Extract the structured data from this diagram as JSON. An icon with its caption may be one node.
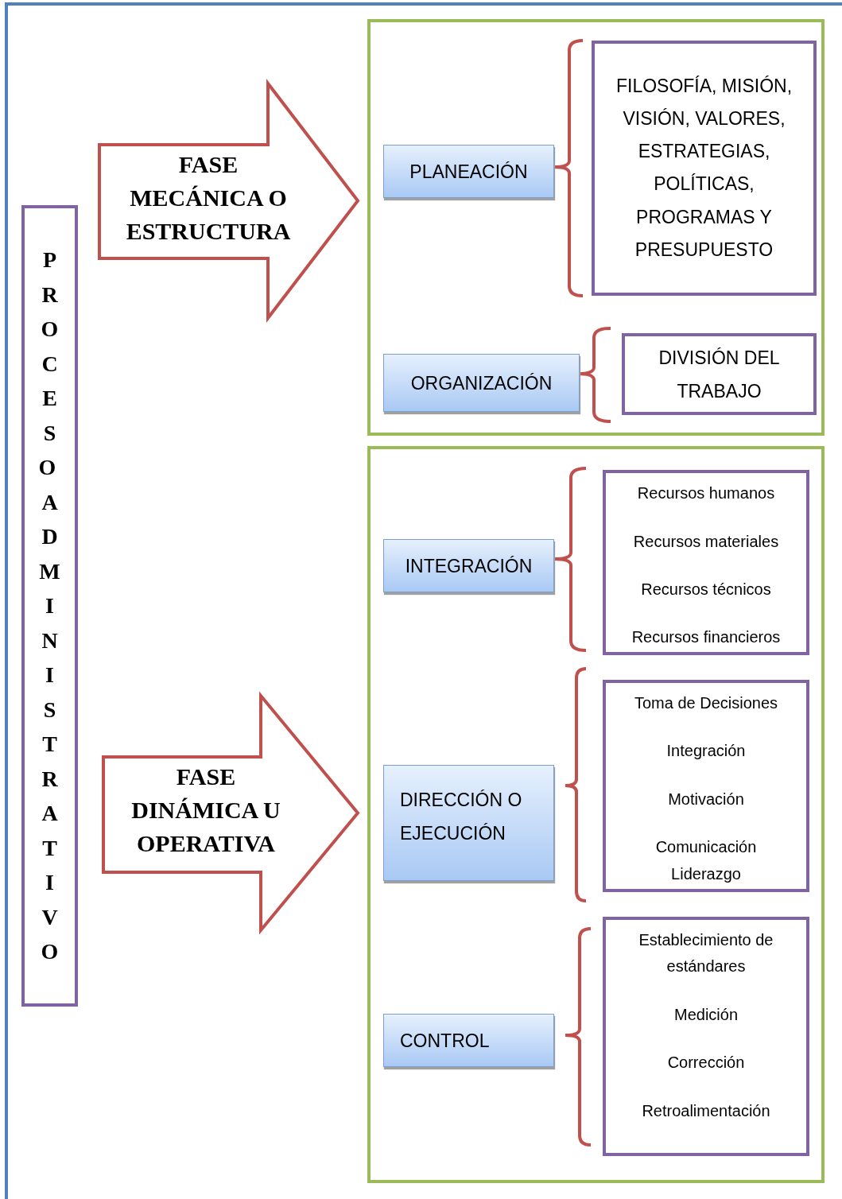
{
  "diagram": {
    "nodes": [
      {
        "text": [
          "PROCESO ADMINISTRATIVO"
        ]
      },
      {
        "text": [],
        "shape": "box"
      },
      {
        "text": [
          "PLANEACIÓN"
        ],
        "in": 1
      },
      {
        "text": [
          "FILOSOFÍA, MISIÓN, VISIÓN, VALORES, ESTRATEGIAS, POLÍTICAS, PROGRAMAS Y PRESUPUESTO"
        ],
        "in": 1
      },
      {
        "text": [
          "ORGANIZACIÓN"
        ],
        "in": 1
      },
      {
        "text": [
          "DIVISIÓN DEL TRABAJO"
        ],
        "in": 1
      },
      {
        "text": [],
        "shape": "box"
      },
      {
        "text": [
          "INTEGRACIÓN"
        ],
        "in": 6
      },
      {
        "text": [
          "Recursos humanos",
          "Recursos materiales",
          "Recursos técnicos",
          "Recursos financieros"
        ],
        "in": 6
      },
      {
        "text": [
          "DIRECCIÓN O EJECUCIÓN"
        ],
        "in": 6
      },
      {
        "text": [
          "Toma de Decisiones",
          "Integración",
          "Motivación",
          "Comunicación",
          "Liderazgo"
        ],
        "in": 6
      },
      {
        "text": [
          "CONTROL"
        ],
        "in": 6
      },
      {
        "text": [
          "Establecimiento de estándares",
          "Medición",
          "Corrección",
          "Retroalimentación"
        ],
        "in": 6
      }
    ],
    "edges": [
      {
        "from": 0,
        "to": 1,
        "arrow": "to",
        "label": "FASE MECÁNICA O ESTRUCTURA"
      },
      {
        "from": 0,
        "to": 6,
        "arrow": "to",
        "label": "FASE DINÁMICA U OPERATIVA"
      }
    ]
  }
}
